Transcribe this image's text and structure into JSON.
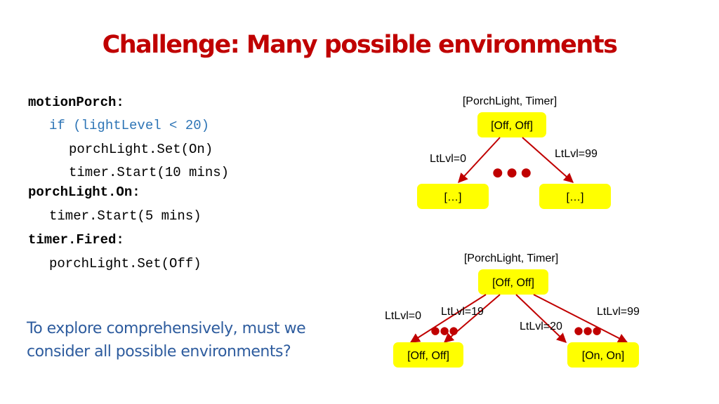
{
  "slide": {
    "title": "Challenge: Many possible environments"
  },
  "code": {
    "lines": [
      "motionPorch:",
      "if (lightLevel < 20)",
      "porchLight.Set(On)",
      "timer.Start(10 mins)",
      "porchLight.On:",
      "timer.Start(5 mins)",
      "timer.Fired:",
      "porchLight.Set(Off)"
    ]
  },
  "question": "To explore comprehensively, must we consider all possible environments?",
  "tree_top": {
    "header": "[PorchLight, Timer]",
    "root": "[Off, Off]",
    "left_edge": "LtLvl=0",
    "right_edge": "LtLvl=99",
    "left_child": "[…]",
    "right_child": "[…]",
    "ellipsis": "● ● ●"
  },
  "tree_bottom": {
    "header": "[PorchLight, Timer]",
    "root": "[Off, Off]",
    "edge_0": "LtLvl=0",
    "edge_19": "LtLvl=19",
    "edge_20": "LtLvl=20",
    "edge_99": "LtLvl=99",
    "left_child": "[Off, Off]",
    "right_child": "[On, On]",
    "ellipsis_left": "●●●",
    "ellipsis_right": "●●●"
  },
  "colors": {
    "title": "#C00000",
    "node_fill": "#FFFF00",
    "edge": "#C00000",
    "code_blue": "#2E75B6",
    "question": "#2E5C9E"
  }
}
